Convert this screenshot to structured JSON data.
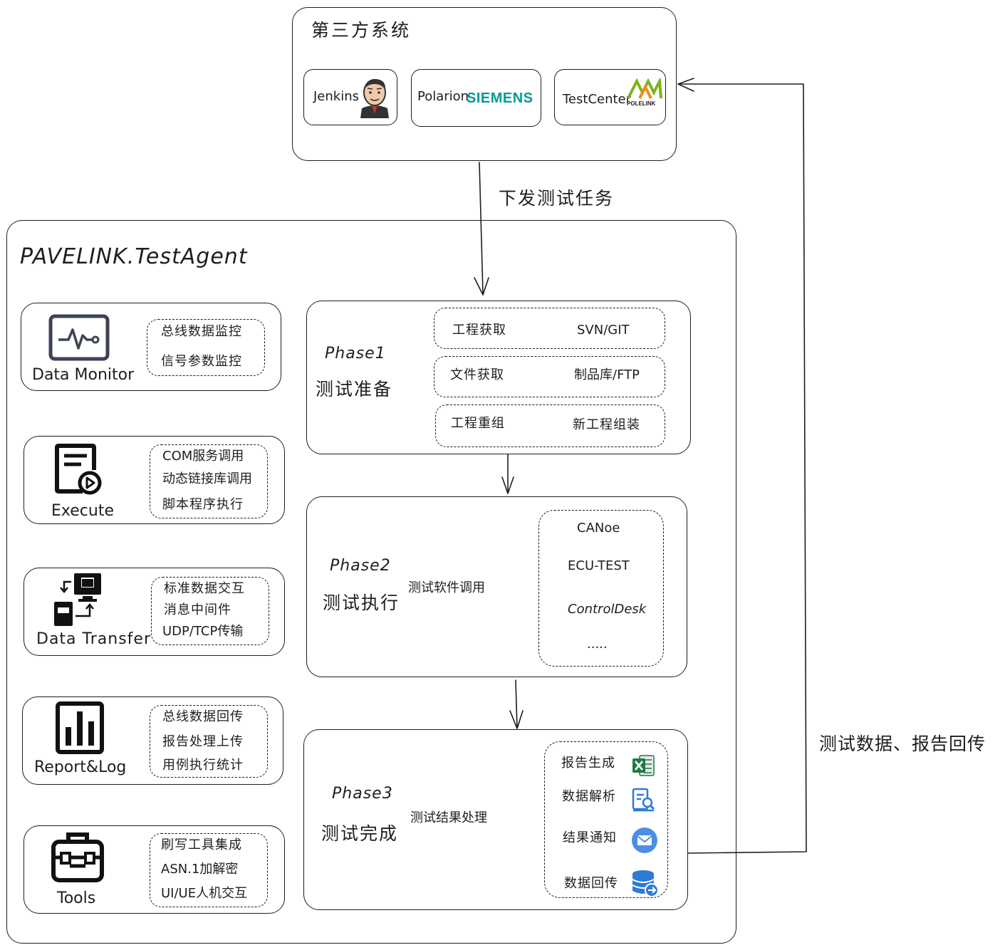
{
  "third_party": {
    "title": "第三方系统",
    "jenkins": "Jenkins",
    "polarion": "Polarion",
    "siemens": "SIEMENS",
    "testcenter": "TestCenter",
    "polelink": "POLELINK"
  },
  "edges": {
    "dispatch": "下发测试任务",
    "feedback": "测试数据、报告回传"
  },
  "agent": {
    "title": "PAVELINK.TestAgent"
  },
  "modules": {
    "data_monitor": {
      "name": "Data Monitor",
      "items": [
        "总线数据监控",
        "信号参数监控"
      ]
    },
    "execute": {
      "name": "Execute",
      "items": [
        "COM服务调用",
        "动态链接库调用",
        "脚本程序执行"
      ]
    },
    "data_transfer": {
      "name": "Data Transfer",
      "items": [
        "标准数据交互",
        "消息中间件",
        "UDP/TCP传输"
      ]
    },
    "report_log": {
      "name": "Report&Log",
      "items": [
        "总线数据回传",
        "报告处理上传",
        "用例执行统计"
      ]
    },
    "tools": {
      "name": "Tools",
      "items": [
        "刷写工具集成",
        "ASN.1加解密",
        "UI/UE人机交互"
      ]
    }
  },
  "phase1": {
    "label": "Phase1",
    "title": "测试准备",
    "rows": [
      {
        "from": "工程获取",
        "to": "SVN/GIT"
      },
      {
        "from": "文件获取",
        "to": "制品库/FTP"
      },
      {
        "from": "工程重组",
        "to": "新工程组装"
      }
    ]
  },
  "phase2": {
    "label": "Phase2",
    "title": "测试执行",
    "action": "测试软件调用",
    "tools": [
      "CANoe",
      "ECU-TEST",
      "ControlDesk",
      "....."
    ]
  },
  "phase3": {
    "label": "Phase3",
    "title": "测试完成",
    "action": "测试结果处理",
    "items": [
      "报告生成",
      "数据解析",
      "结果通知",
      "数据回传"
    ]
  },
  "colors": {
    "siemens": "#009999",
    "excel": "#1d7a46",
    "blue": "#2e7bd6",
    "polelink_green": "#7ab51d",
    "polelink_orange": "#f08c1e"
  }
}
